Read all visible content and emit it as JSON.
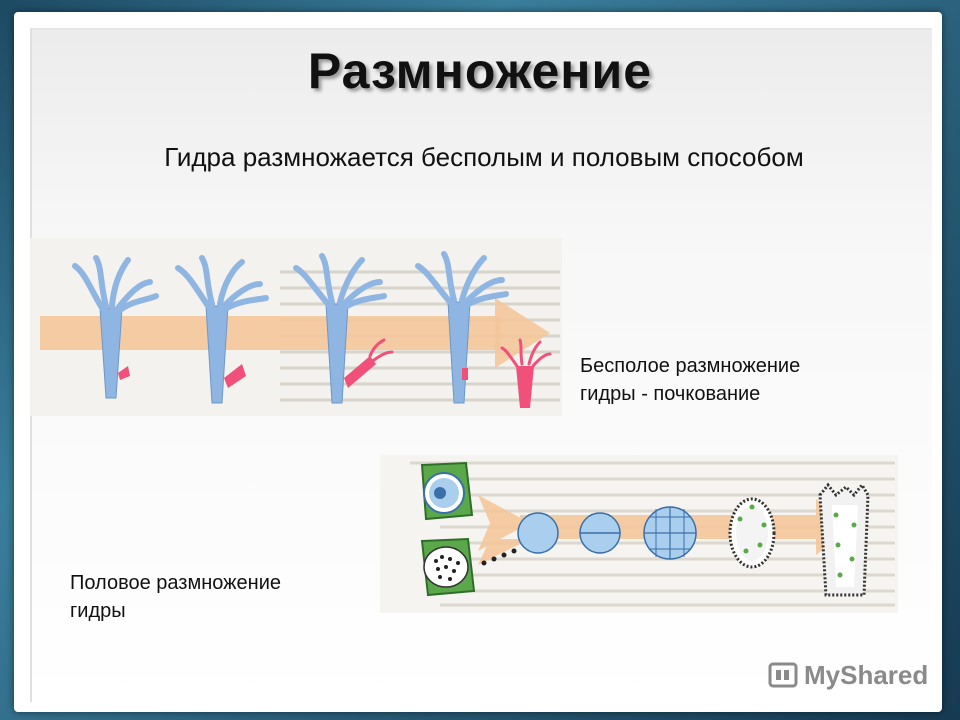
{
  "slide": {
    "title": "Размножение",
    "subtitle": "Гидра размножается бесполым и половым способом",
    "asexual_caption": {
      "line1": "Бесполое размножение",
      "line2": "гидры - почкование"
    },
    "sexual_caption": {
      "line1": "Половое размножение",
      "line2": "гидры"
    },
    "logo": "MyShared"
  },
  "colors": {
    "hydra_body": "#8fb6e3",
    "bud": "#f0507a",
    "arrow": "#f4c79a",
    "cell_green": "#5ba84a",
    "embryo": "#aacfee"
  }
}
